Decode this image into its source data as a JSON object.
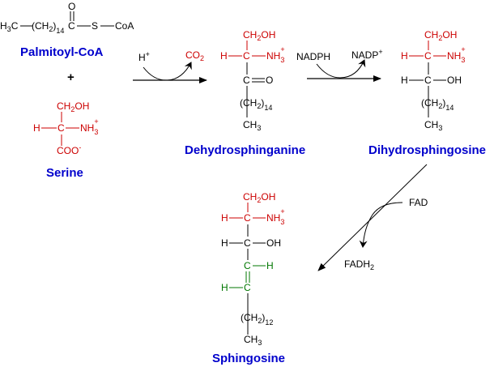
{
  "colors": {
    "black": "#000000",
    "red": "#cc0000",
    "blue": "#0000cc",
    "green": "#007700"
  },
  "compounds": {
    "palmitoyl_coa": {
      "name": "Palmitoyl-CoA",
      "h3c": "H",
      "h3c_sub": "3",
      "h3c_c": "C",
      "ch2": "(CH",
      "ch2_sub": "2",
      "ch2_close": ")",
      "ch2_count": "14",
      "carbonyl_c": "C",
      "carbonyl_o": "O",
      "s": "S",
      "coa": "CoA"
    },
    "plus": "+",
    "serine": {
      "name": "Serine",
      "ch2oh": "CH",
      "ch2oh_sub": "2",
      "ch2oh_end": "OH",
      "h": "H",
      "c": "C",
      "nh3": "NH",
      "nh3_sub": "3",
      "nh3_sup": "+",
      "coo": "COO",
      "coo_sup": "-"
    },
    "dehydrosphinganine": {
      "name": "Dehydrosphinganine",
      "ch2oh": "CH",
      "ch2oh_sub": "2",
      "ch2oh_end": "OH",
      "h": "H",
      "c": "C",
      "nh3": "NH",
      "nh3_sub": "3",
      "nh3_sup": "+",
      "keto_c": "C",
      "keto_o": "O",
      "chain": "(CH",
      "chain_sub": "2",
      "chain_close": ")",
      "chain_count": "14",
      "ch3": "CH",
      "ch3_sub": "3"
    },
    "dihydrosphingosine": {
      "name": "Dihydrosphingosine",
      "ch2oh": "CH",
      "ch2oh_sub": "2",
      "ch2oh_end": "OH",
      "h": "H",
      "c": "C",
      "nh3": "NH",
      "nh3_sub": "3",
      "nh3_sup": "+",
      "h2": "H",
      "c2": "C",
      "oh": "OH",
      "chain": "(CH",
      "chain_sub": "2",
      "chain_close": ")",
      "chain_count": "14",
      "ch3": "CH",
      "ch3_sub": "3"
    },
    "sphingosine": {
      "name": "Sphingosine",
      "ch2oh": "CH",
      "ch2oh_sub": "2",
      "ch2oh_end": "OH",
      "h": "H",
      "c": "C",
      "nh3": "NH",
      "nh3_sub": "3",
      "nh3_sup": "+",
      "h2": "H",
      "c2": "C",
      "oh": "OH",
      "c3": "C",
      "h3": "H",
      "c4": "C",
      "h4": "H",
      "chain": "(CH",
      "chain_sub": "2",
      "chain_close": ")",
      "chain_count": "12",
      "ch3": "CH",
      "ch3_sub": "3"
    }
  },
  "reactions": {
    "step1": {
      "in": "H",
      "in_sup": "+",
      "out": "CO",
      "out_sub": "2"
    },
    "step2": {
      "in": "NADPH",
      "out": "NADP",
      "out_sup": "+"
    },
    "step3": {
      "in": "FAD",
      "out": "FADH",
      "out_sub": "2"
    }
  }
}
